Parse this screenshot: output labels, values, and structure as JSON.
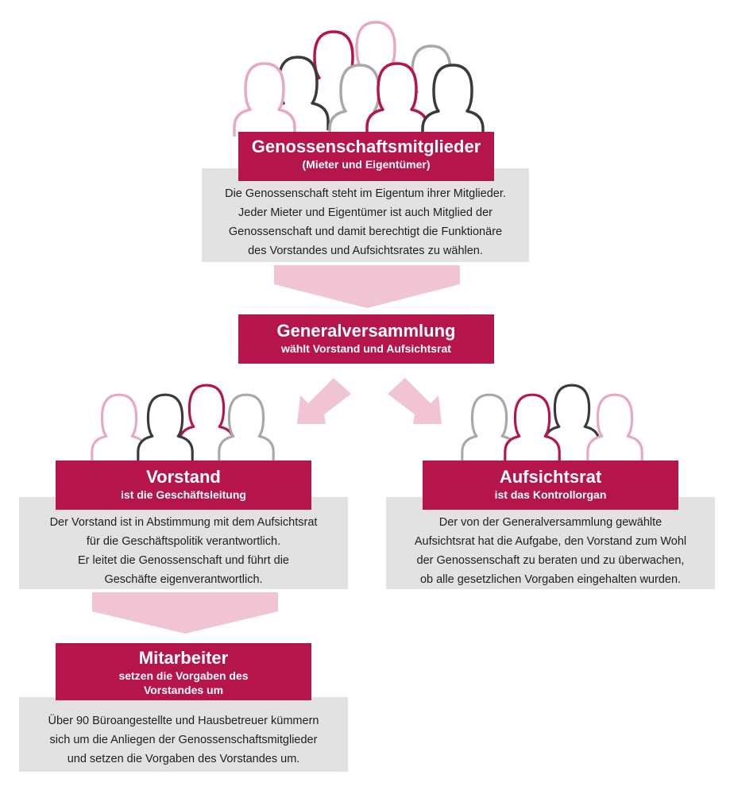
{
  "colors": {
    "brand": "#b5154b",
    "panel": "#e2e2e2",
    "arrow": "#f0c4d2",
    "person_dark": "#3a3a3a",
    "person_grey": "#a8a8a8",
    "person_pink": "#e8a9bd",
    "person_red": "#b5154b"
  },
  "members": {
    "title": "Genossenschaftsmitglieder",
    "subtitle": "(Mieter und Eigentümer)",
    "lines": [
      "Die Genossenschaft steht im Eigentum ihrer Mitglieder.",
      "Jeder Mieter und Eigentümer ist auch Mitglied der",
      "Genossenschaft und damit berechtigt die Funktionäre",
      "des Vorstandes und Aufsichtsrates zu wählen."
    ]
  },
  "assembly": {
    "title": "Generalversammlung",
    "subtitle": "wählt Vorstand und Aufsichtsrat"
  },
  "board": {
    "title": "Vorstand",
    "subtitle": "ist die Geschäftsleitung",
    "lines": [
      "Der Vorstand ist in Abstimmung mit dem Aufsichtsrat",
      "für die Geschäftspolitik verantwortlich.",
      "Er leitet die Genossenschaft und führt die",
      "Geschäfte eigenverantwortlich."
    ]
  },
  "supervisory": {
    "title": "Aufsichtsrat",
    "subtitle": "ist das Kontrollorgan",
    "lines": [
      "Der von der Generalversammlung gewählte",
      "Aufsichtsrat hat die Aufgabe, den Vorstand zum Wohl",
      "der Genossenschaft zu beraten und zu überwachen,",
      "ob alle gesetzlichen Vorgaben eingehalten wurden."
    ]
  },
  "staff": {
    "title": "Mitarbeiter",
    "subtitle_lines": [
      "setzen die Vorgaben des",
      "Vorstandes um"
    ],
    "lines": [
      "Über 90 Büroangestellte und Hausbetreuer kümmern",
      "sich um die Anliegen der Genossenschaftsmitglieder",
      "und setzen die Vorgaben des Vorstandes um."
    ]
  },
  "icons": {
    "people": "person-outline-icon",
    "arrow": "arrow-down-icon"
  }
}
